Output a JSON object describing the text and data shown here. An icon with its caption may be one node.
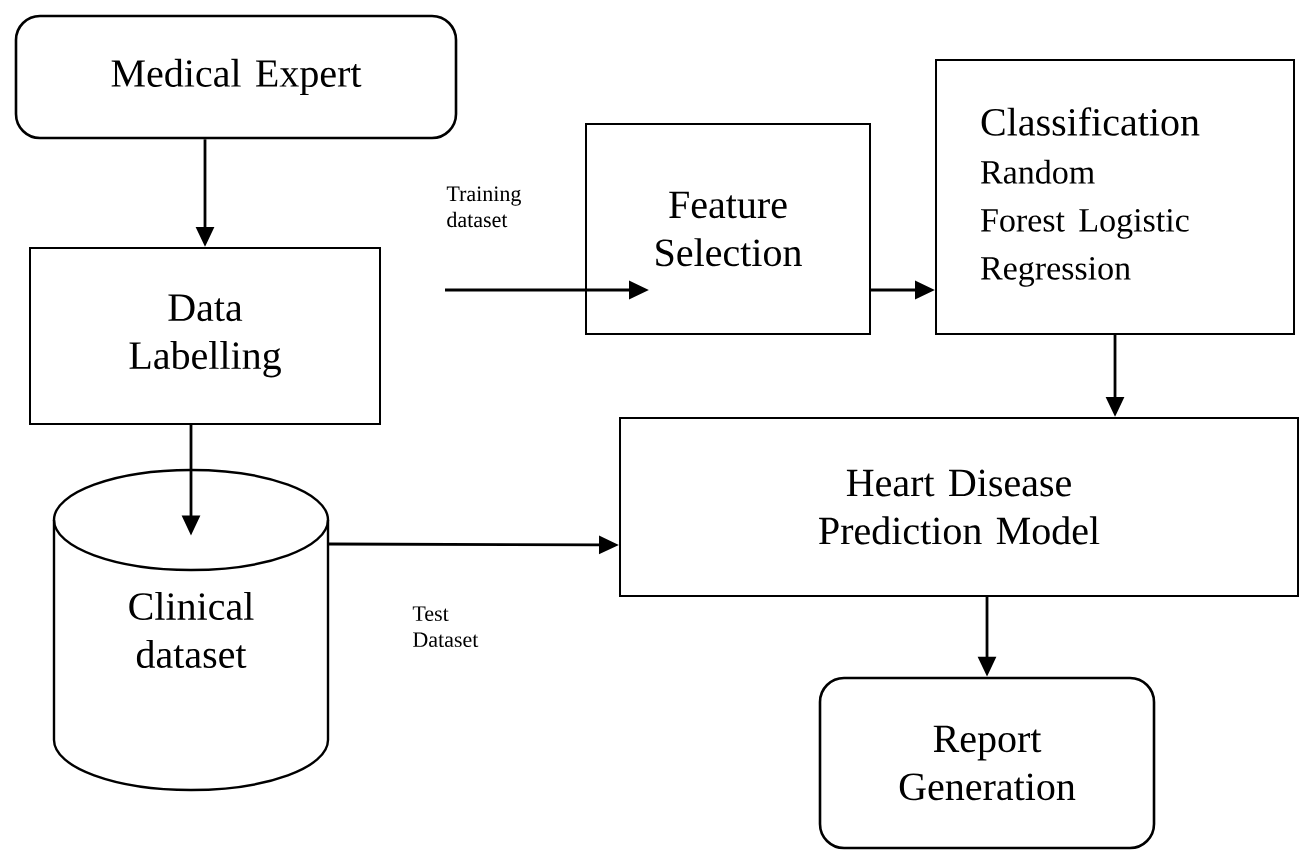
{
  "diagram": {
    "nodes": [
      {
        "text": [
          "Medical Expert"
        ]
      },
      {
        "text": [
          "Data Labelling"
        ]
      },
      {
        "text": [
          "Feature Selection"
        ]
      },
      {
        "text": [
          "Classification",
          "Random Forest Logistic Regression"
        ]
      },
      {
        "text": [
          "Heart Disease Prediction Model"
        ]
      },
      {
        "text": [
          "Clinical dataset"
        ]
      },
      {
        "text": [
          "Report Generation"
        ]
      }
    ],
    "edges": [
      {
        "from": 0,
        "to": 1,
        "arrow": "to"
      },
      {
        "from": 1,
        "to": 5,
        "arrow": "to"
      },
      {
        "from": 1,
        "to": 2,
        "arrow": "to",
        "label": "Training dataset"
      },
      {
        "from": 2,
        "to": 3,
        "arrow": "to"
      },
      {
        "from": 3,
        "to": 4,
        "arrow": "to"
      },
      {
        "from": 5,
        "to": 4,
        "arrow": "to",
        "label": "Test Dataset"
      },
      {
        "from": 4,
        "to": 6,
        "arrow": "to"
      }
    ]
  }
}
